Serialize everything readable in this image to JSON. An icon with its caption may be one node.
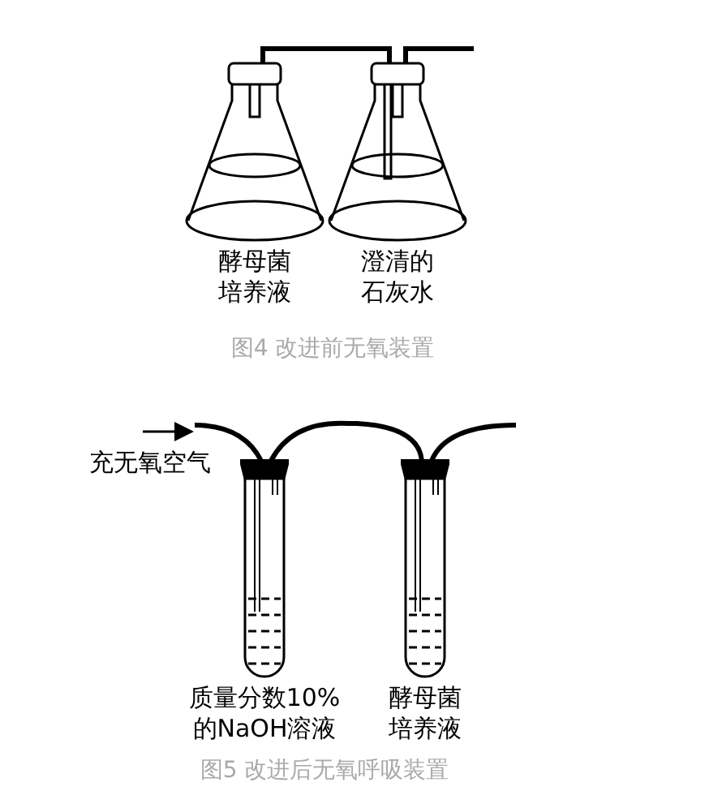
{
  "diagram": {
    "nodes": [
      {
        "text": [
          "酵母菌培养液"
        ]
      },
      {
        "text": [
          "澄清的石灰水"
        ]
      },
      {
        "text": [
          "质量分数10%的NaOH溶液"
        ]
      },
      {
        "text": [
          "酵母菌培养液"
        ]
      }
    ],
    "edges": [
      {
        "from": 0,
        "to": 1,
        "arrow": "none"
      },
      {
        "from": 1,
        "to": null,
        "arrow": "none"
      },
      {
        "from": null,
        "to": 2,
        "arrow": "none"
      },
      {
        "from": 2,
        "to": 3,
        "arrow": "none"
      },
      {
        "from": 3,
        "to": null,
        "arrow": "none"
      }
    ],
    "labels": [
      "图4 改进前无氧装置",
      "充无氧空气",
      "图5 改进后无氧呼吸装置"
    ]
  }
}
